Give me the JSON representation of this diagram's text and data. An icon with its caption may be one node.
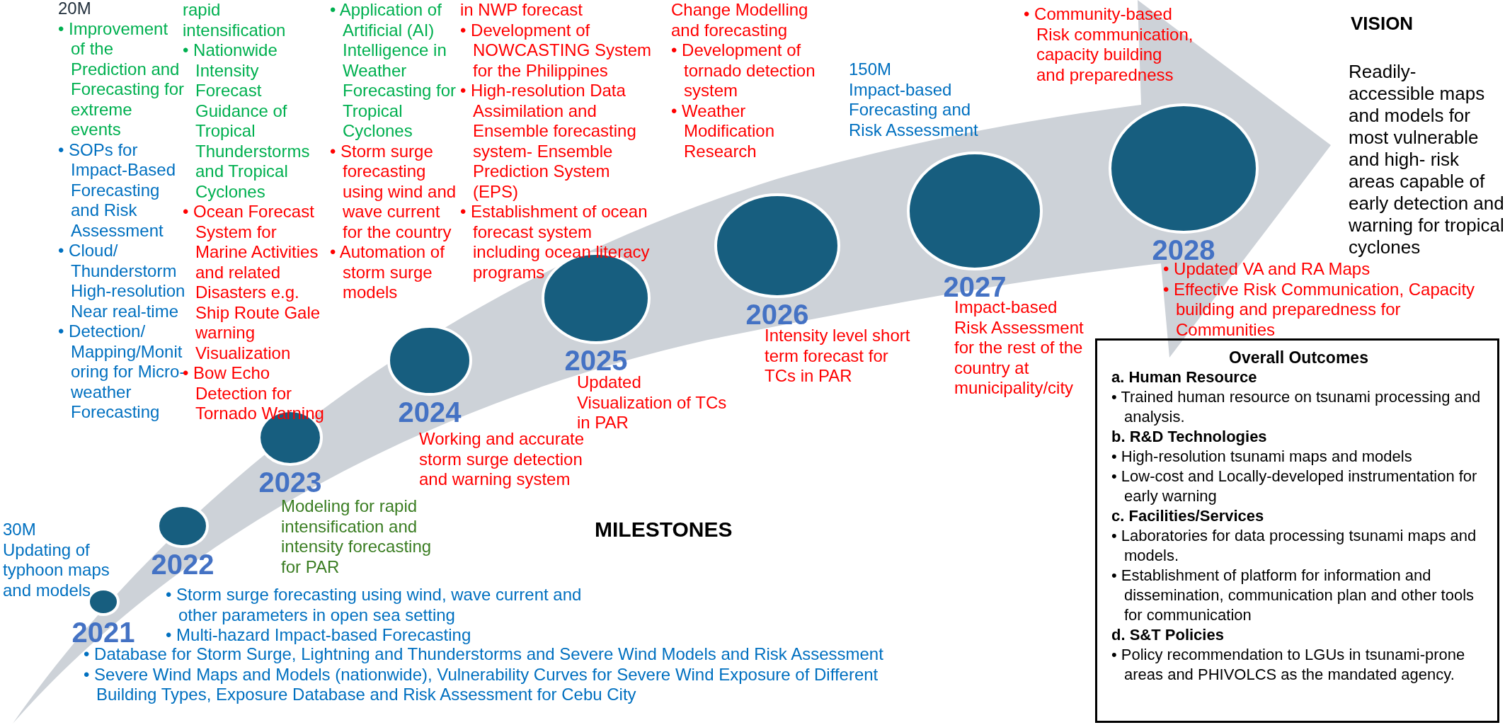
{
  "diagram": {
    "nodes": [
      {
        "text": [
          "2021"
        ]
      },
      {
        "text": [
          "2022"
        ]
      },
      {
        "text": [
          "2023"
        ]
      },
      {
        "text": [
          "2024"
        ]
      },
      {
        "text": [
          "2025"
        ]
      },
      {
        "text": [
          "2026"
        ]
      },
      {
        "text": [
          "2027"
        ]
      },
      {
        "text": [
          "2028"
        ]
      },
      {
        "text": [
          "Overall Outcomes",
          "a. Human Resource",
          "• Trained human resource on tsunami processing and analysis.",
          "b. R&D Technologies",
          "• High-resolution tsunami maps and models",
          "• Low-cost and Locally-developed instrumentation for early warning",
          "c. Facilities/Services",
          "• Laboratories for data processing tsunami maps and models.",
          "• Establishment of platform for information and dissemination, communication plan and other tools for communication",
          "d. S&T Policies",
          "• Policy recommendation to LGUs in tsunami-prone areas and PHIVOLCS as the mandated agency."
        ]
      }
    ],
    "labels": [
      "20M",
      "• Improvement of the Prediction and Forecasting for extreme events",
      "• SOPs for Impact-Based Forecasting and Risk Assessment",
      "• Cloud/ Thunderstorm High-resolution Near real-time",
      "• Detection/ Mapping/Monitoring for Micro-weather Forecasting",
      "rapid intensification",
      "• Nationwide Intensity Forecast Guidance of Tropical Thunderstorms and Tropical Cyclones",
      "• Ocean Forecast System for Marine Activities and related Disasters e.g. Ship Route Gale warning Visualization",
      "• Bow Echo Detection for Tornado Warning",
      "• Application of Artificial (AI) Intelligence in Weather Forecasting for Tropical Cyclones",
      "• Storm surge forecasting using wind and wave current for the country",
      "• Automation of storm surge models",
      "in NWP forecast",
      "• Development of NOWCASTING System for the Philippines",
      "• High-resolution Data Assimilation and Ensemble forecasting system- Ensemble Prediction System (EPS)",
      "• Establishment of ocean forecast system including ocean literacy programs",
      "Change Modelling and forecasting",
      "• Development of tornado detection system",
      "• Weather Modification Research",
      "150M",
      "Impact-based Forecasting and Risk Assessment",
      "• Community-based Risk communication, capacity building and preparedness",
      "VISION",
      "Readily- accessible maps and models for most vulnerable and high- risk areas capable of early detection and warning for tropical cyclones",
      "30M",
      "Updating of typhoon maps and models",
      "Modeling for rapid intensification and intensity forecasting for PAR",
      "• Storm surge forecasting using wind, wave current and other parameters in open sea setting",
      "• Multi-hazard Impact-based Forecasting",
      "MILESTONES",
      "• Database for Storm Surge, Lightning and Thunderstorms and Severe Wind Models and Risk Assessment",
      "• Severe Wind Maps and Models (nationwide), Vulnerability Curves for Severe Wind Exposure of Different Building Types, Exposure Database and Risk Assessment for Cebu City",
      "Working and accurate storm surge detection and warning system",
      "Updated Visualization of TCs in PAR",
      "Intensity level short term forecast for TCs in PAR",
      "Impact-based Risk Assessment for the rest of the country at municipality/city",
      "• Updated VA and RA Maps",
      "• Effective Risk Communication, Capacity building and preparedness for Communities"
    ]
  }
}
